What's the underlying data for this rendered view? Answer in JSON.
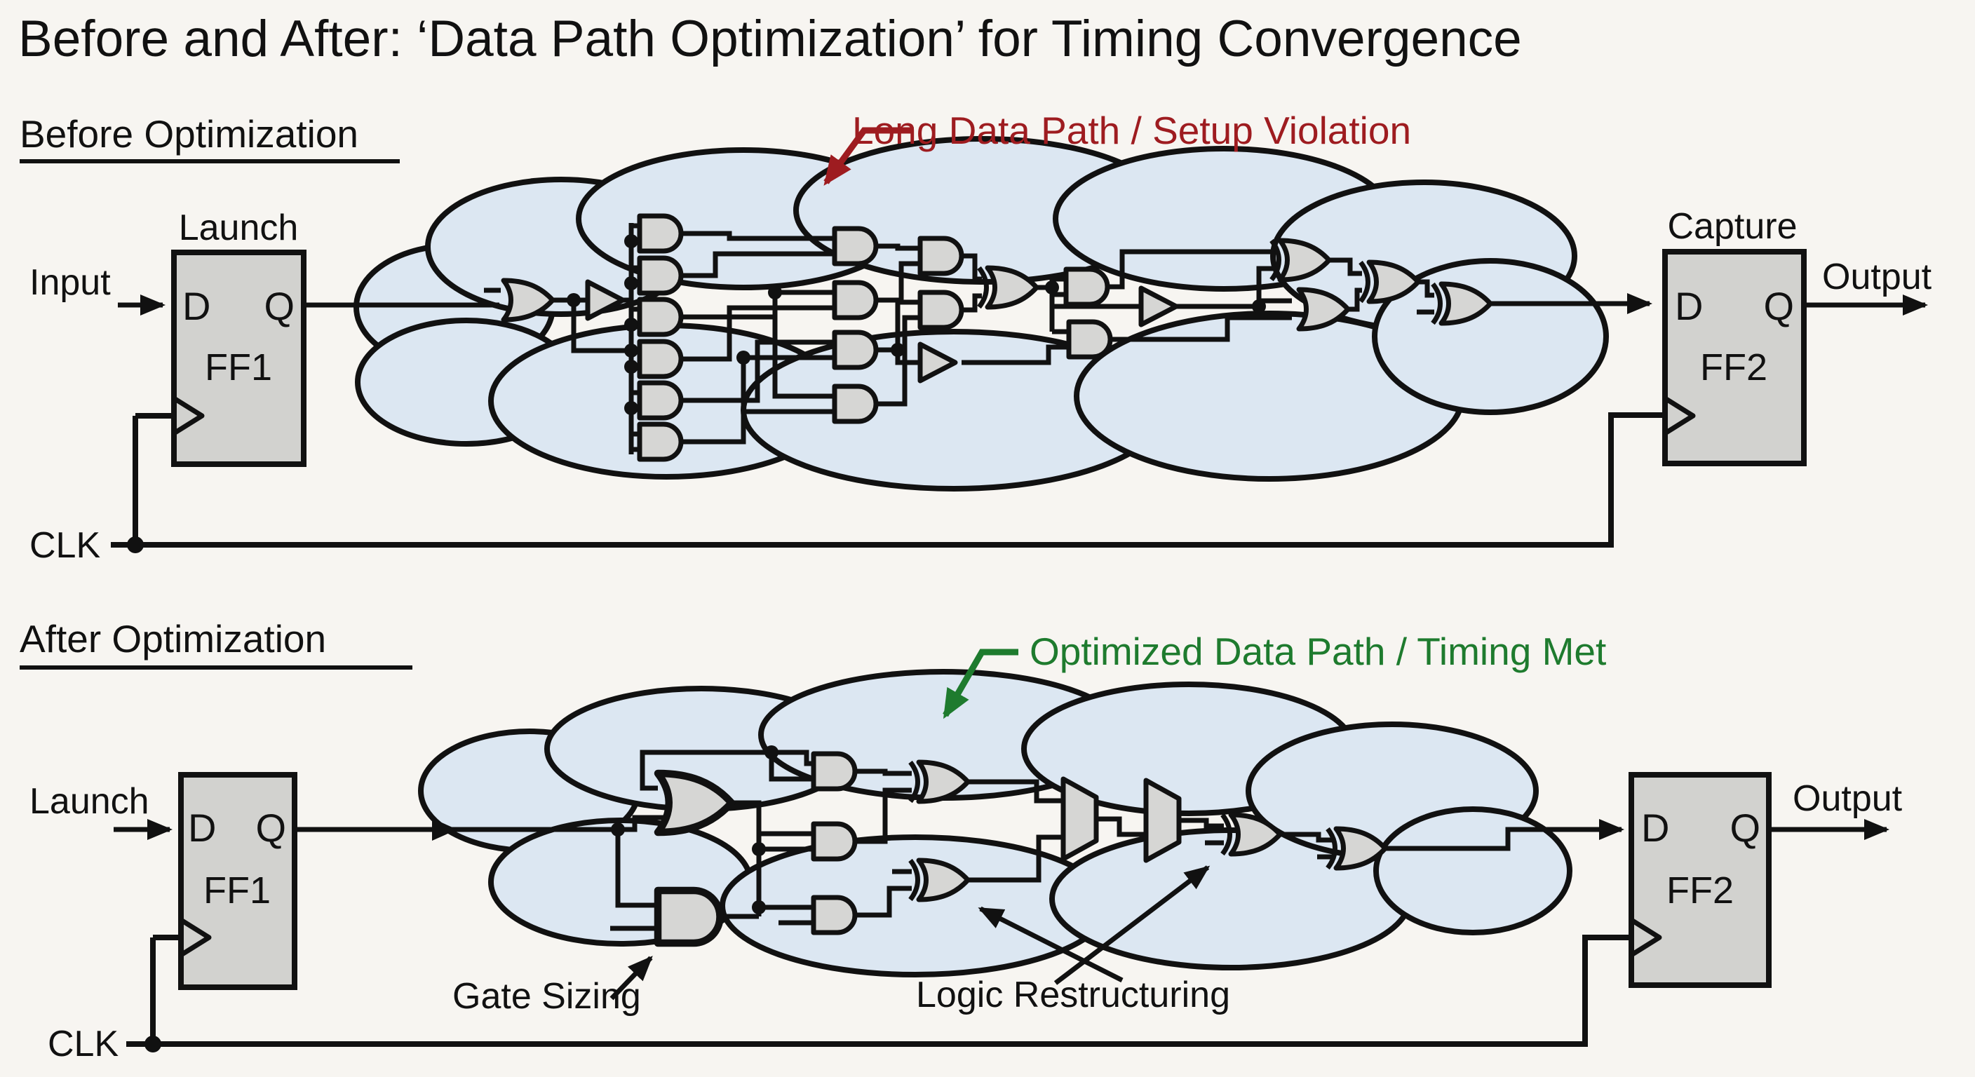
{
  "title": "Before and After: ‘Data Path Optimization’ for Timing Convergence",
  "sections": {
    "before": {
      "heading": "Before Optimization",
      "annotation": "Long Data Path / Setup Violation",
      "ff1_role": "Launch",
      "ff2_role": "Capture",
      "input_label": "Input",
      "output_label": "Output",
      "clk_label": "CLK"
    },
    "after": {
      "heading": "After Optimization",
      "annotation": "Optimized Data Path / Timing Met",
      "ff1_role": "Launch",
      "output_label": "Output",
      "clk_label": "CLK",
      "callouts": {
        "gate_sizing": "Gate Sizing",
        "logic_restructuring": "Logic Restructuring"
      }
    }
  },
  "labels": {
    "d": "D",
    "q": "Q",
    "ff1": "FF1",
    "ff2": "FF2"
  },
  "icons": {
    "cloud": "combinational-logic-cloud",
    "gates": [
      "and-gate",
      "or-gate",
      "xor-gate",
      "buffer-gate",
      "sized-buffer"
    ]
  },
  "colors": {
    "background": "#f7f5f1",
    "line": "#111111",
    "cloud_fill": "#dce7f2",
    "gate_fill": "#d6d6d4",
    "ff_fill": "#d2d2cf",
    "accent_red": "#9e1c20",
    "accent_green": "#1e7b2e"
  }
}
